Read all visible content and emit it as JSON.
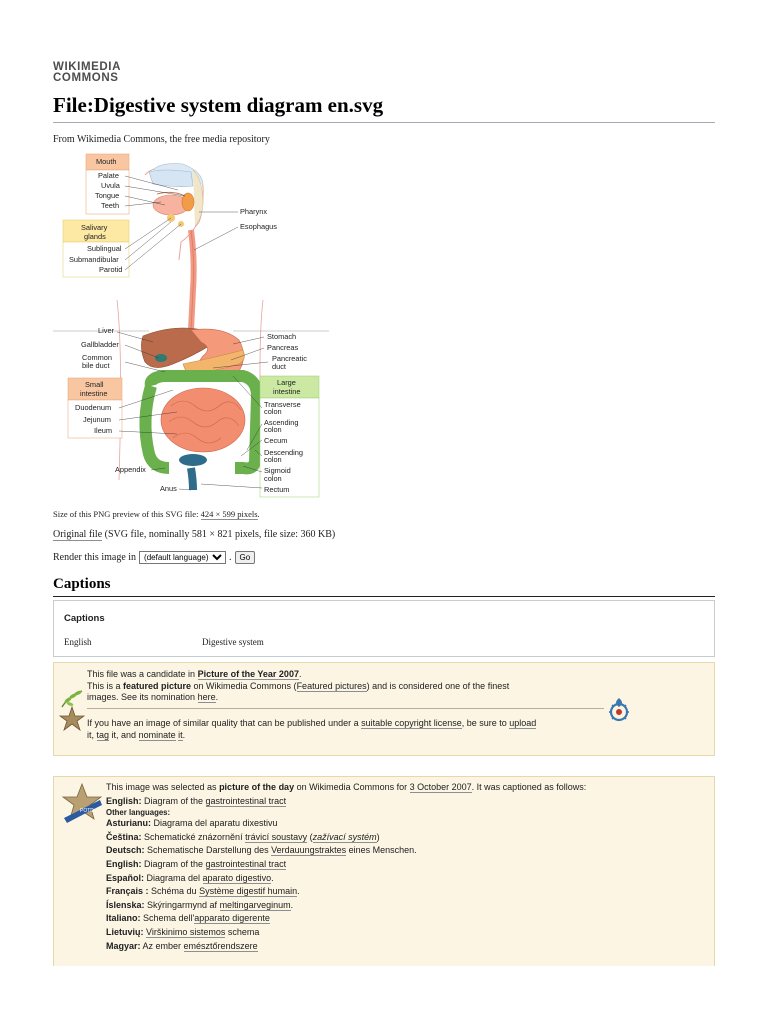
{
  "logo": {
    "line1": "WIKIMEDIA",
    "line2": "COMMONS"
  },
  "title": "File:Digestive system diagram en.svg",
  "tagline": "From Wikimedia Commons, the free media repository",
  "diagram": {
    "labels_left": [
      "Mouth",
      "Palate",
      "Uvula",
      "Tongue",
      "Teeth",
      "Salivary",
      "glands",
      "Sublingual",
      "Submandibular",
      "Parotid",
      "Liver",
      "Gallbladder",
      "Common",
      "bile duct",
      "Small",
      "intestine",
      "Duodenum",
      "Jejunum",
      "Ileum",
      "Appendix",
      "Anus"
    ],
    "labels_right": [
      "Pharynx",
      "Esophagus",
      "Stomach",
      "Pancreas",
      "Pancreatic",
      "duct",
      "Large",
      "intestine",
      "Transverse",
      "colon",
      "Ascending",
      "colon",
      "Cecum",
      "Descending",
      "colon",
      "Sigmoid",
      "colon",
      "Rectum"
    ]
  },
  "size_note": {
    "prefix": "Size of this PNG preview of this SVG file: ",
    "link": "424 × 599 pixels",
    "suffix": "."
  },
  "original": {
    "link": "Original file",
    "rest": " (SVG file, nominally 581 × 821 pixels, file size: 360 KB)"
  },
  "render": {
    "label": "Render this image in",
    "select_value": "(default language)",
    "go": "Go"
  },
  "captions_section": {
    "title": "Captions",
    "box_heading": "Captions",
    "language": "English",
    "value": "Digestive system"
  },
  "poty": {
    "t1": "This file was a candidate in ",
    "t1_link": "Picture of the Year 2007",
    "t1_end": ".",
    "t2": "This is a ",
    "t2_bold": "featured picture",
    "t2_mid": " on Wikimedia Commons (",
    "t2_link": "Featured pictures",
    "t2_end": ") and is considered one of the finest",
    "t3": "images. See its nomination ",
    "t3_link": "here",
    "t3_end": ".",
    "t4": "If you have an image of similar quality that can be published under a ",
    "t4_link1": "suitable copyright license",
    "t4_mid": ", be sure to ",
    "t4_link2": "upload",
    "t5": "it, ",
    "t5_link1": "tag",
    "t5_mid": " it, and ",
    "t5_link2": "nominate",
    "t5_link3": "it",
    "t5_end": "."
  },
  "potd": {
    "intro": "This image was selected as ",
    "intro_bold": "picture of the day",
    "intro_mid": " on Wikimedia Commons for ",
    "intro_link": "3 October 2007",
    "intro_end": ". It was captioned as follows:",
    "english_label": "English:",
    "english_pre": " Diagram of the ",
    "english_link": "gastrointestinal tract",
    "other_languages": "Other languages:",
    "languages": [
      {
        "lang": "Asturianu:",
        "pre": " Diagrama del aparatu dixestivu",
        "link": "",
        "post": ""
      },
      {
        "lang": "Čeština:",
        "pre": " Schematické znázornění ",
        "link": "trávicí soustavy",
        "post": " (",
        "ital": "zažívací systém",
        "post2": ")"
      },
      {
        "lang": "Deutsch:",
        "pre": " Schematische Darstellung des ",
        "link": "Verdauungstraktes",
        "post": " eines Menschen."
      },
      {
        "lang": "English:",
        "pre": " Diagram of the ",
        "link": "gastrointestinal tract",
        "post": ""
      },
      {
        "lang": "Español:",
        "pre": " Diagrama del ",
        "link": "aparato digestivo",
        "post": "."
      },
      {
        "lang": "Français :",
        "pre": " Schéma du ",
        "link": "Système digestif humain",
        "post": "."
      },
      {
        "lang": "Íslenska:",
        "pre": " Skýringarmynd af ",
        "link": "meltingarveginum",
        "post": "."
      },
      {
        "lang": "Italiano:",
        "pre": " Schema dell'",
        "link": "apparato digerente",
        "post": ""
      },
      {
        "lang": "Lietuvių:",
        "pre": " ",
        "link": "Virškinimo sistemos",
        "post": " schema"
      },
      {
        "lang": "Magyar:",
        "pre": " Az ember ",
        "link": "emésztőrendszere",
        "post": ""
      }
    ]
  }
}
